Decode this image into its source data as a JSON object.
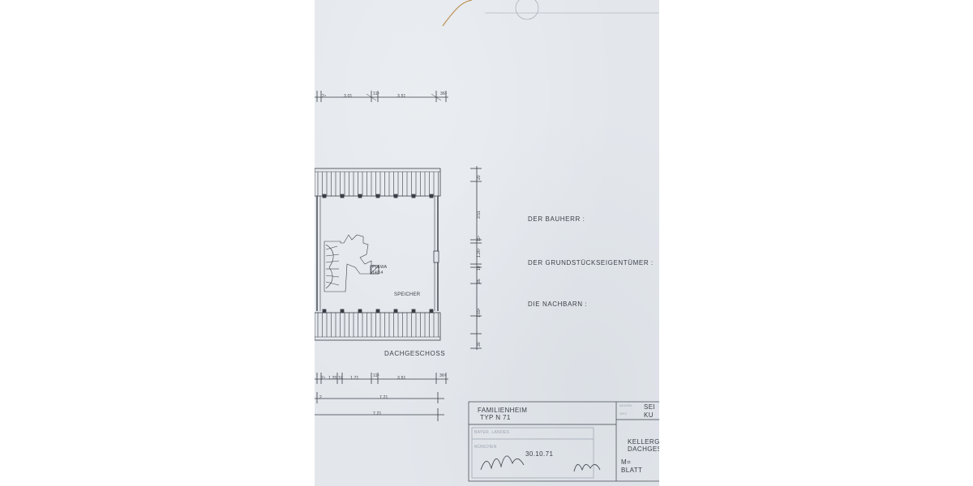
{
  "colors": {
    "paper": "#e3e7ec",
    "ink": "#3a3f47",
    "stamp": "#9ca3ad",
    "pencil": "#b88a4a"
  },
  "top_dims": [
    "2⁴",
    "3.01",
    "11⁵",
    "3.51",
    "36⁵"
  ],
  "bottom_dims_row1": [
    "2⁴",
    "1.20",
    "10",
    "1.71",
    "11⁵",
    "3.51",
    "36⁵"
  ],
  "bottom_dims_row2": [
    "2",
    "7.21"
  ],
  "bottom_dims_row3": [
    "7.21"
  ],
  "side_dims": [
    "20",
    "3.51",
    "11⁵",
    "1.26⁵",
    "10",
    "95",
    "1.69⁵",
    "30"
  ],
  "room": {
    "name": "SPEICHER",
    "chimney_label_1": "PLEWA",
    "chimney_label_2": "14/14"
  },
  "floor_caption": "DACHGESCHOSS",
  "signatures": {
    "bauherr": "DER BAUHERR :",
    "eigentuemer": "DER GRUNDSTÜCKSEIGENTÜMER :",
    "nachbarn": "DIE NACHBARN :"
  },
  "title_block": {
    "project_line1": "FAMILIENHEIM",
    "project_line2": "TYP N 71",
    "date": "30.10.71",
    "right_col_1": "SEI",
    "right_col_2": "KU",
    "sheet_line1": "KELLERG",
    "sheet_line2": "DACHGES",
    "scale": "M=",
    "blatt": "BLATT",
    "stamp_line1": "BAYER. LANDES",
    "stamp_line2": "MÜNCHEN",
    "right_small_1": "BEARB.",
    "right_small_2": "GEZ."
  }
}
